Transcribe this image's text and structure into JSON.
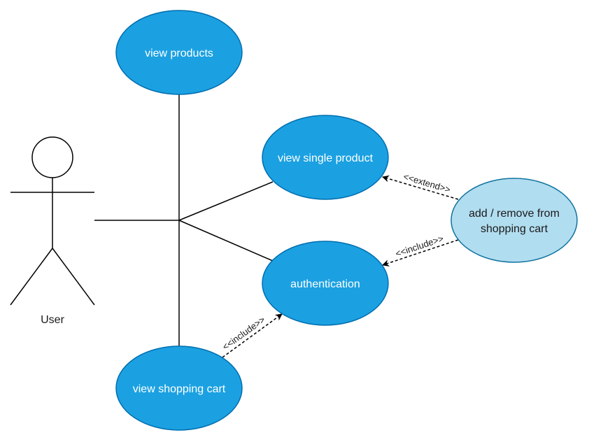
{
  "colors": {
    "usecase_fill": "#1ba1e2",
    "usecase_stroke": "#006eaf",
    "extension_fill": "#b1ddf0",
    "extension_stroke": "#10739e",
    "line": "#000000"
  },
  "actor": {
    "label": "User"
  },
  "usecases": {
    "view_products": "view products",
    "view_single_product": "view single product",
    "authentication": "authentication",
    "view_shopping_cart": "view shopping cart",
    "add_remove_line1": "add / remove from",
    "add_remove_line2": "shopping cart"
  },
  "relations": {
    "extend_label": "<<extend>>",
    "include_label_1": "<<include>>",
    "include_label_2": "<<include>>"
  }
}
